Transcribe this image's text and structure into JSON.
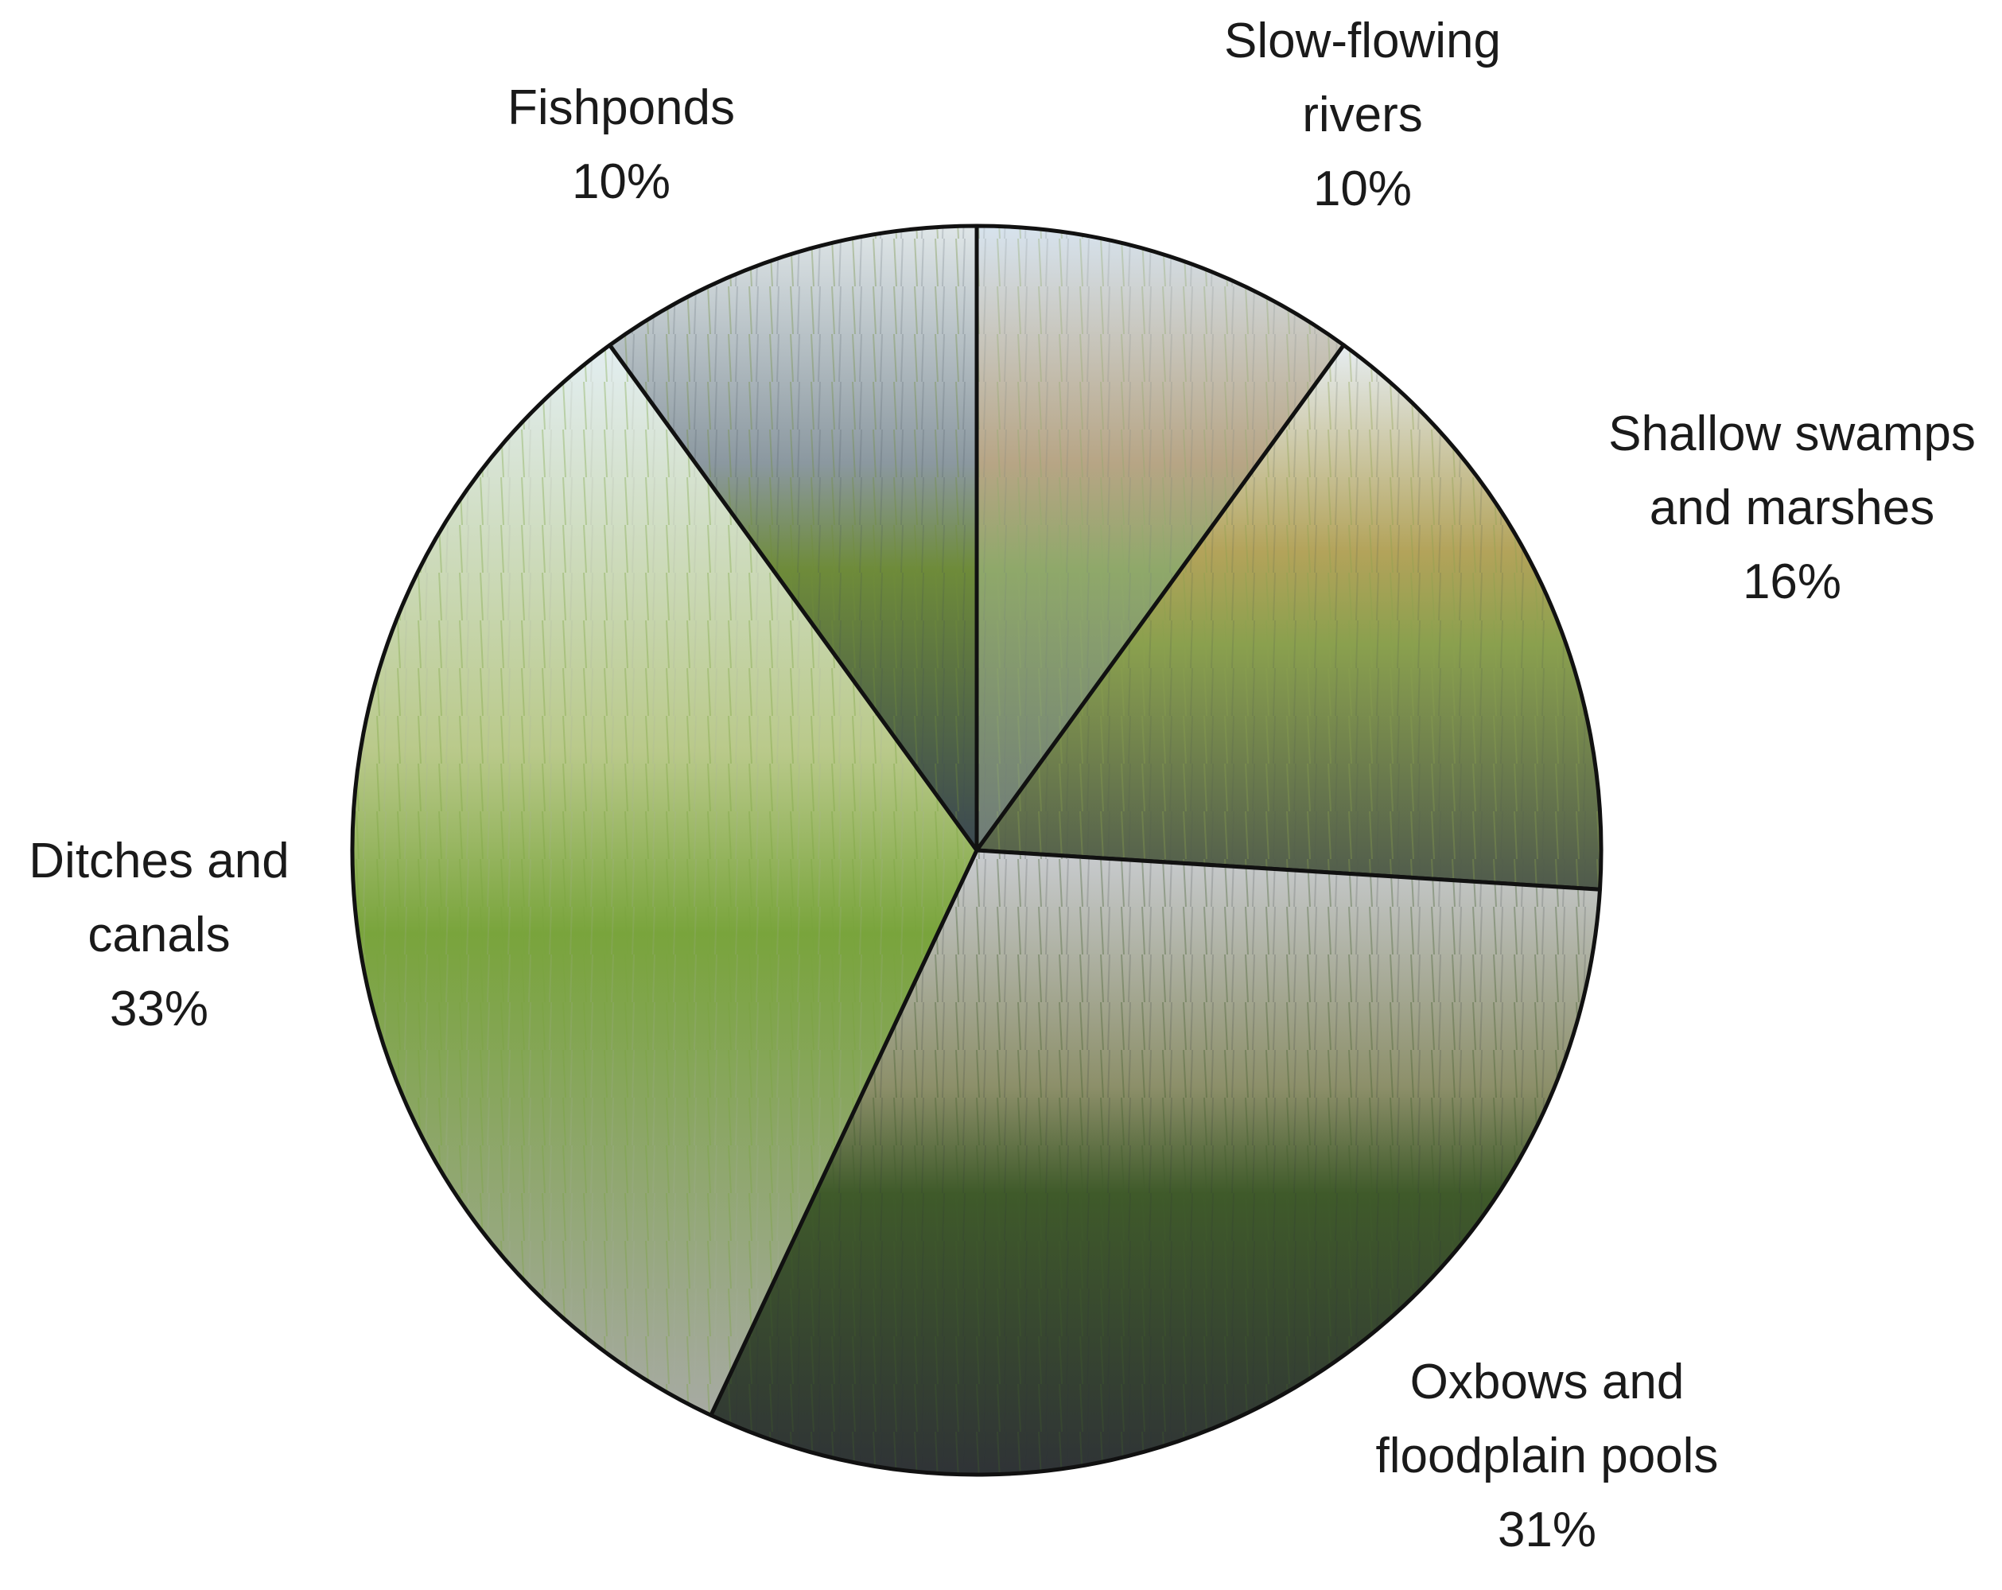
{
  "chart_data": {
    "type": "pie",
    "title": "",
    "start_angle_deg": 0,
    "direction": "clockwise",
    "slices": [
      {
        "name": "slow-flowing-rivers",
        "label_lines": [
          "Slow-flowing",
          "rivers"
        ],
        "value": 10,
        "value_label": "10%",
        "label_position": "top-right",
        "colors": {
          "sky": "#d7e3ee",
          "veg": "#8fa86a",
          "water": "#6f7c78",
          "accent": "#b7a585"
        }
      },
      {
        "name": "shallow-swamps-and-marshes",
        "label_lines": [
          "Shallow swamps",
          "and marshes"
        ],
        "value": 16,
        "value_label": "16%",
        "label_position": "right",
        "colors": {
          "sky": "#e6edf1",
          "veg": "#8aa04e",
          "water": "#4f5a4c",
          "accent": "#b3a35a"
        }
      },
      {
        "name": "oxbows-and-floodplain-pools",
        "label_lines": [
          "Oxbows and",
          "floodplain pools"
        ],
        "value": 31,
        "value_label": "31%",
        "label_position": "bottom-right",
        "colors": {
          "sky": "#c9ccd0",
          "veg": "#3f5a2a",
          "water": "#2f3336",
          "accent": "#8c8f69"
        }
      },
      {
        "name": "ditches-and-canals",
        "label_lines": [
          "Ditches and",
          "canals"
        ],
        "value": 33,
        "value_label": "33%",
        "label_position": "left",
        "colors": {
          "sky": "#e3eef1",
          "veg": "#79a43c",
          "water": "#a7aaa3",
          "accent": "#b9c98a"
        }
      },
      {
        "name": "fishponds",
        "label_lines": [
          "Fishponds"
        ],
        "value": 10,
        "value_label": "10%",
        "label_position": "top-left",
        "colors": {
          "sky": "#dfe6e8",
          "veg": "#6e8b3a",
          "water": "#3b4851",
          "accent": "#8b98a0"
        }
      }
    ]
  }
}
